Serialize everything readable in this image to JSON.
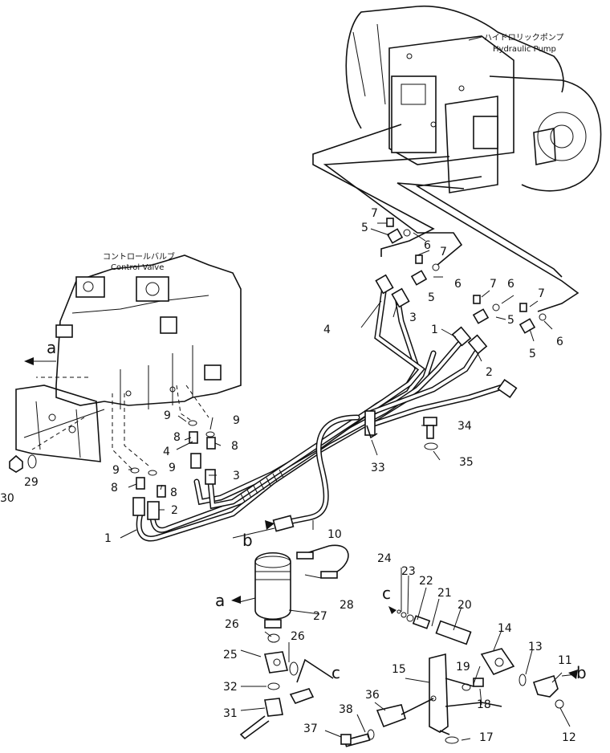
{
  "labels": {
    "pump_jp": "ハイドロリックポンプ",
    "pump_en": "Hydraulic Pump",
    "valve_jp": "コントロールバルブ",
    "valve_en": "Control Valve"
  },
  "refs": {
    "a_top": "a",
    "a_filter": "a",
    "b_hose": "b",
    "b_right": "b",
    "c_mid": "c",
    "c_low": "c"
  },
  "parts": {
    "p1": "1",
    "p2": "2",
    "p3": "3",
    "p4": "4",
    "p5": "5",
    "p6": "6",
    "p7": "7",
    "p8": "8",
    "p9": "9",
    "p10": "10",
    "p11": "11",
    "p12": "12",
    "p13": "13",
    "p14": "14",
    "p15": "15",
    "p17": "17",
    "p18": "18",
    "p19": "19",
    "p20": "20",
    "p21": "21",
    "p22": "22",
    "p23": "23",
    "p24": "24",
    "p25": "25",
    "p26": "26",
    "p27": "27",
    "p28": "28",
    "p29": "29",
    "p30": "30",
    "p31": "31",
    "p32": "32",
    "p33": "33",
    "p34": "34",
    "p35": "35",
    "p36": "36",
    "p37": "37",
    "p38": "38"
  }
}
